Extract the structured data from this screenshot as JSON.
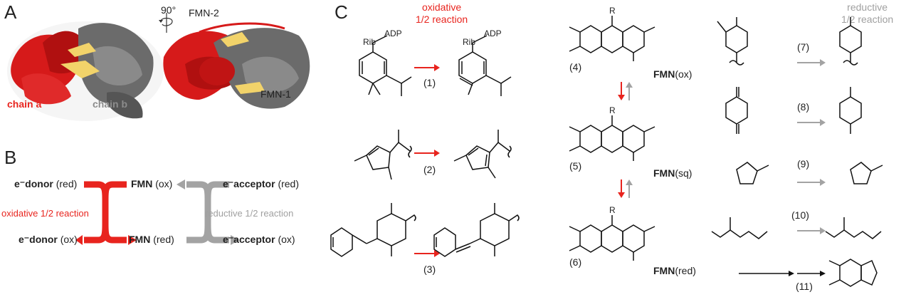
{
  "panels": {
    "a": "A",
    "b": "B",
    "c": "C"
  },
  "panelA": {
    "rotation": "90°",
    "fmn2": "FMN-2",
    "fmn1": "FMN-1",
    "chain_a": "chain a",
    "chain_b": "chain b"
  },
  "panelB": {
    "donor_red_bold": "e⁻donor",
    "donor_red_state": "(red)",
    "donor_ox_bold": "e⁻donor",
    "donor_ox_state": "(ox)",
    "fmn_ox_bold": "FMN",
    "fmn_ox_state": "(ox)",
    "fmn_red_bold": "FMN",
    "fmn_red_state": "(red)",
    "acc_red_bold": "e⁻acceptor",
    "acc_red_state": "(red)",
    "acc_ox_bold": "e⁻acceptor",
    "acc_ox_state": "(ox)",
    "oxidative": "oxidative 1/2 reaction",
    "reductive": "reductive 1/2 reaction"
  },
  "panelC": {
    "oxidative_line1": "oxidative",
    "oxidative_line2": "1/2 reaction",
    "reductive_line1": "reductive",
    "reductive_line2": "1/2 reaction",
    "r1": "(1)",
    "r2": "(2)",
    "r3": "(3)",
    "r4": "(4)",
    "r5": "(5)",
    "r6": "(6)",
    "r7": "(7)",
    "r8": "(8)",
    "r9": "(9)",
    "r10": "(10)",
    "r11": "(11)",
    "fmn_ox_bold": "FMN",
    "fmn_ox_state": "(ox)",
    "fmn_sq_bold": "FMN",
    "fmn_sq_state": "(sq)",
    "fmn_red_bold": "FMN",
    "fmn_red_state": "(red)",
    "rib": "Rib",
    "adp": "ADP",
    "R": "R"
  }
}
